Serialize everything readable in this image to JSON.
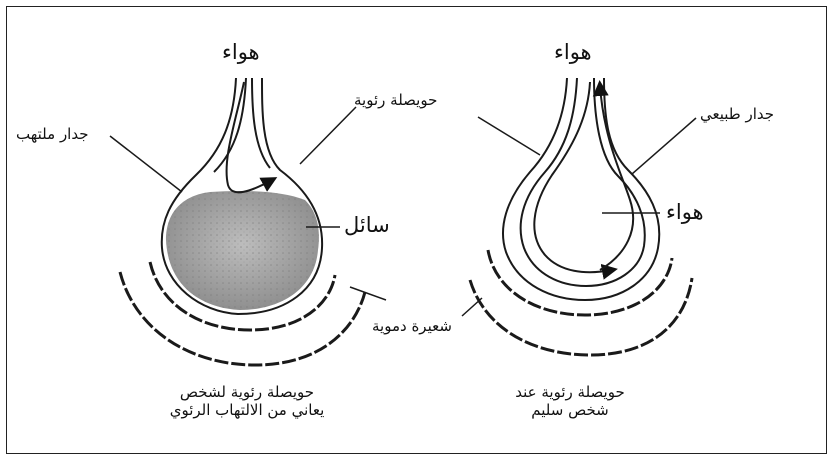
{
  "left_diagram": {
    "air_label": "هواء",
    "alveolus_label": "حويصلة رئوية",
    "inflamed_wall_label": "جدار ملتهب",
    "fluid_label": "سائل",
    "caption_line1": "حويصلة رئوية لشخص",
    "caption_line2": "يعاني من الالتهاب الرئوي"
  },
  "right_diagram": {
    "air_top_label": "هواء",
    "normal_wall_label": "جدار طبيعي",
    "air_inside_label": "هواء",
    "capillary_label": "شعيرة دموية",
    "caption_line1": "حويصلة رئوية عند",
    "caption_line2": "شخص سليم"
  },
  "colors": {
    "fluid": "#a9a9a9",
    "stroke": "#1a1a1a",
    "capillary": "#333333"
  }
}
